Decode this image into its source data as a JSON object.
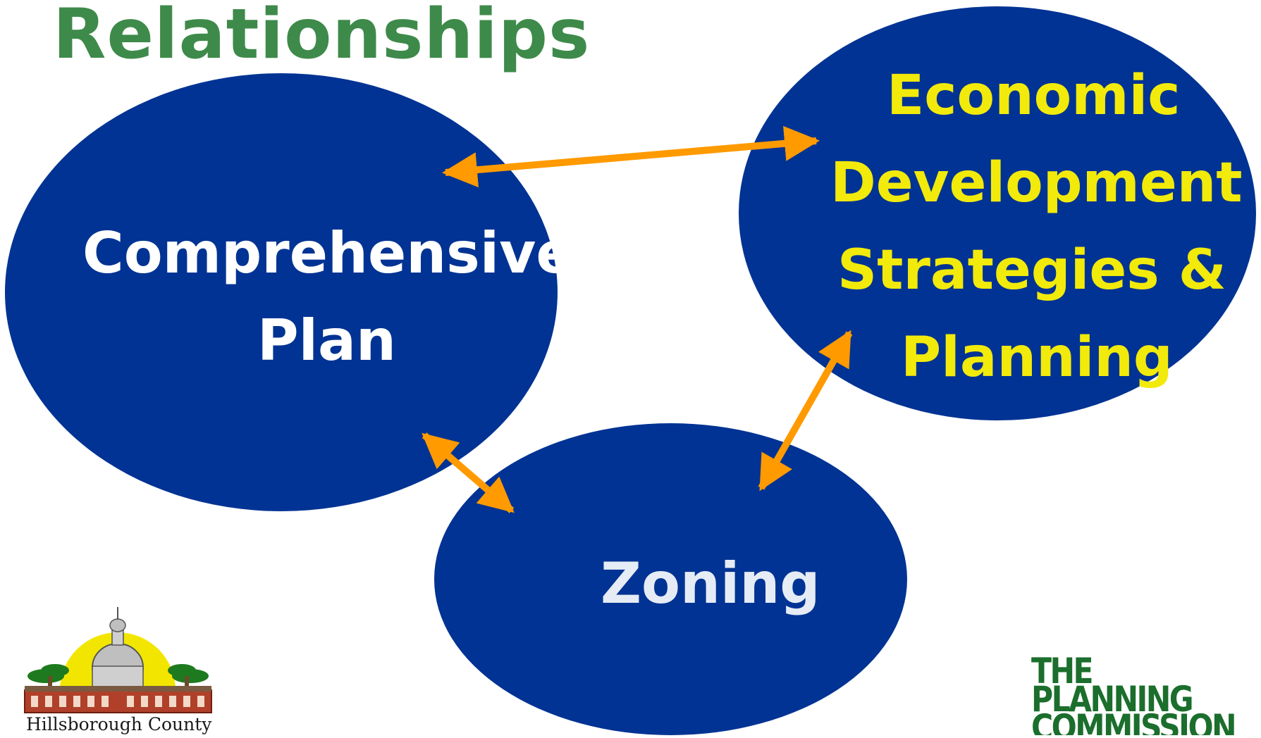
{
  "title": "Relationships",
  "colors": {
    "title": "#3e8a4a",
    "ellipse_fill": "#003393",
    "text_white": "#ffffff",
    "text_yellow": "#f2ea0a",
    "text_zoning": "#e6ecf5",
    "arrow": "#ff9a00",
    "logo_green": "#1b6e2c"
  },
  "nodes": {
    "comprehensive_plan": {
      "lines": [
        "Comprehensive",
        "Plan"
      ]
    },
    "economic": {
      "lines": [
        "Economic",
        "Development",
        "Strategies &",
        "Planning"
      ]
    },
    "zoning": {
      "label": "Zoning"
    }
  },
  "arrows": [
    {
      "from": "comprehensive_plan",
      "to": "economic",
      "type": "bidirectional"
    },
    {
      "from": "comprehensive_plan",
      "to": "zoning",
      "type": "bidirectional"
    },
    {
      "from": "economic",
      "to": "zoning",
      "type": "bidirectional"
    }
  ],
  "logos": {
    "hillsborough": {
      "caption": "Hillsborough County"
    },
    "planning_commission": {
      "lines": [
        "THE",
        "PLANNING",
        "COMMISSION"
      ]
    }
  }
}
